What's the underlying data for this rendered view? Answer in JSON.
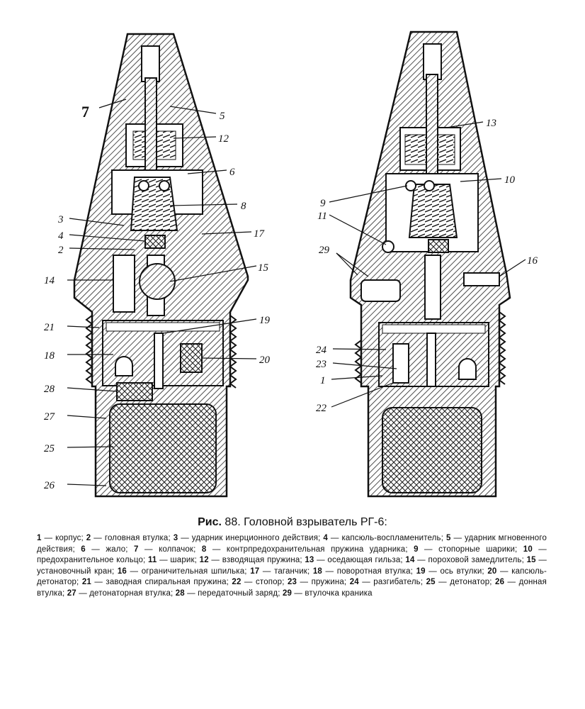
{
  "figure": {
    "callouts_left": [
      {
        "id": "7"
      },
      {
        "id": "5"
      },
      {
        "id": "12"
      },
      {
        "id": "6"
      },
      {
        "id": "8"
      },
      {
        "id": "3"
      },
      {
        "id": "4"
      },
      {
        "id": "17"
      },
      {
        "id": "2"
      },
      {
        "id": "15"
      },
      {
        "id": "14"
      },
      {
        "id": "21"
      },
      {
        "id": "19"
      },
      {
        "id": "18"
      },
      {
        "id": "20"
      },
      {
        "id": "28"
      },
      {
        "id": "27"
      },
      {
        "id": "25"
      },
      {
        "id": "26"
      }
    ],
    "callouts_right": [
      {
        "id": "13"
      },
      {
        "id": "10"
      },
      {
        "id": "9"
      },
      {
        "id": "11"
      },
      {
        "id": "29"
      },
      {
        "id": "16"
      },
      {
        "id": "24"
      },
      {
        "id": "23"
      },
      {
        "id": "1"
      },
      {
        "id": "22"
      }
    ]
  },
  "caption": {
    "prefix": "Рис.",
    "title": " 88. Головной взрыватель РГ-6:"
  },
  "legend": [
    {
      "n": "1",
      "t": "корпус"
    },
    {
      "n": "2",
      "t": "головная втулка"
    },
    {
      "n": "3",
      "t": "ударник инерционного действия"
    },
    {
      "n": "4",
      "t": "капсюль-воспламенитель"
    },
    {
      "n": "5",
      "t": "ударник мгновенного действия"
    },
    {
      "n": "6",
      "t": "жало"
    },
    {
      "n": "7",
      "t": "колпачок"
    },
    {
      "n": "8",
      "t": "контрпредохранительная пружина ударника"
    },
    {
      "n": "9",
      "t": "стопорные шарики"
    },
    {
      "n": "10",
      "t": "предохранительное кольцо"
    },
    {
      "n": "11",
      "t": "шарик"
    },
    {
      "n": "12",
      "t": "взводящая пружина"
    },
    {
      "n": "13",
      "t": "оседающая гильза"
    },
    {
      "n": "14",
      "t": "пороховой замедлитель"
    },
    {
      "n": "15",
      "t": "установочный кран"
    },
    {
      "n": "16",
      "t": "ограничительная шпилька"
    },
    {
      "n": "17",
      "t": "таганчик"
    },
    {
      "n": "18",
      "t": "поворотная втулка"
    },
    {
      "n": "19",
      "t": "ось втулки"
    },
    {
      "n": "20",
      "t": "капсюль-детонатор"
    },
    {
      "n": "21",
      "t": "заводная спиральная пружина"
    },
    {
      "n": "22",
      "t": "стопор"
    },
    {
      "n": "23",
      "t": "пружина"
    },
    {
      "n": "24",
      "t": "разгибатель"
    },
    {
      "n": "25",
      "t": "детонатор"
    },
    {
      "n": "26",
      "t": "донная втулка"
    },
    {
      "n": "27",
      "t": "детонаторная втулка"
    },
    {
      "n": "28",
      "t": "передаточный заряд"
    },
    {
      "n": "29",
      "t": "втулочка краника"
    }
  ]
}
